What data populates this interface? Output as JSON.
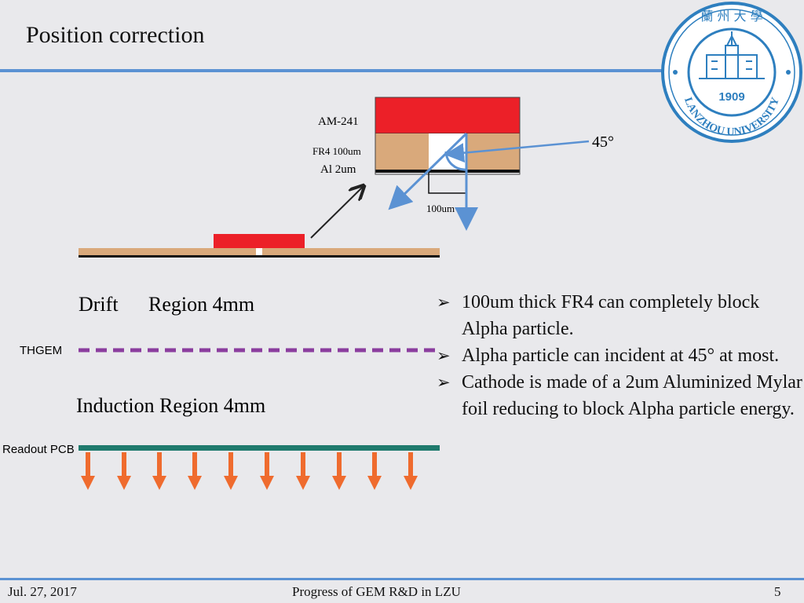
{
  "slide": {
    "title": "Position correction",
    "footer_date": "Jul. 27, 2017",
    "footer_center": "Progress of GEM R&D in LZU",
    "page_number": "5"
  },
  "logo": {
    "year": "1909",
    "ring_text": "LANZHOU UNIVERSITY",
    "chinese": "蘭 州 大 學",
    "color": "#2e7fbf"
  },
  "diagram": {
    "source_label": "AM-241",
    "fr4_label": "FR4 100um",
    "al_label": "Al 2um",
    "hole_label": "100um",
    "angle_label": "45°",
    "drift_label": "Drift",
    "drift_region": "Region 4mm",
    "thgem_label": "THGEM",
    "induction_label": "Induction Region 4mm",
    "readout_label": "Readout PCB",
    "colors": {
      "source_red": "#ec2028",
      "fr4_tan": "#d9a97b",
      "arrow_blue": "#5b92d3",
      "thgem_purple": "#8b3d9e",
      "readout_teal": "#1f7a6d",
      "down_arrow_orange": "#ef6b2e"
    }
  },
  "bullets": [
    "100um thick FR4 can completely block Alpha particle.",
    "Alpha particle can incident  at 45°  at most.",
    "Cathode is made of a 2um Aluminized Mylar foil reducing to block Alpha particle energy."
  ]
}
